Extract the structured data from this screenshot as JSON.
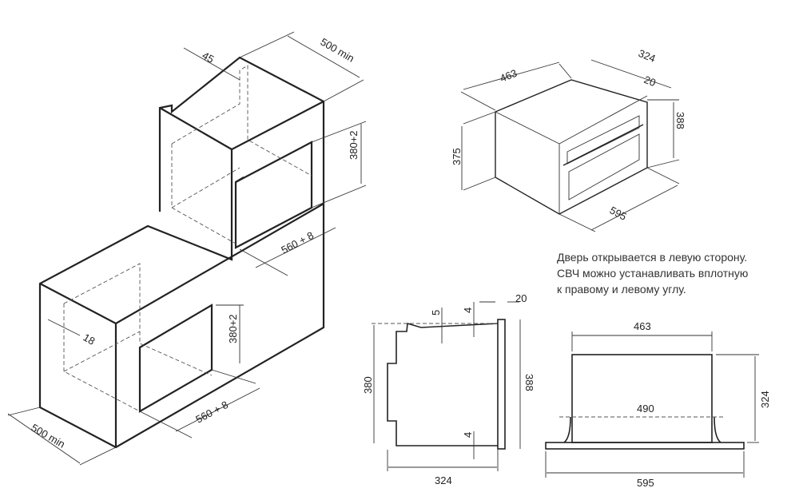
{
  "note": {
    "lines": [
      "Дверь открывается в левую сторону.",
      "СВЧ можно устанавливать вплотную",
      "к правому и левому углу."
    ]
  },
  "installation": {
    "upper_gap": "45",
    "upper_depth": "500 min",
    "upper_height": "380+2",
    "upper_width": "560 + 8",
    "lower_offset": "18",
    "lower_height": "380+2",
    "lower_width": "560 + 8",
    "lower_depth": "500 min"
  },
  "iso_view": {
    "width": "463",
    "depth": "324",
    "door": "20",
    "height": "388",
    "body_height": "375",
    "front_width": "595"
  },
  "side_view": {
    "top_gap": "5",
    "top_offset": "4",
    "door": "20",
    "body_height": "380",
    "height": "388",
    "bottom_offset": "4",
    "depth": "324"
  },
  "front_view": {
    "width": "463",
    "height": "324",
    "inner": "490",
    "front_width": "595"
  }
}
